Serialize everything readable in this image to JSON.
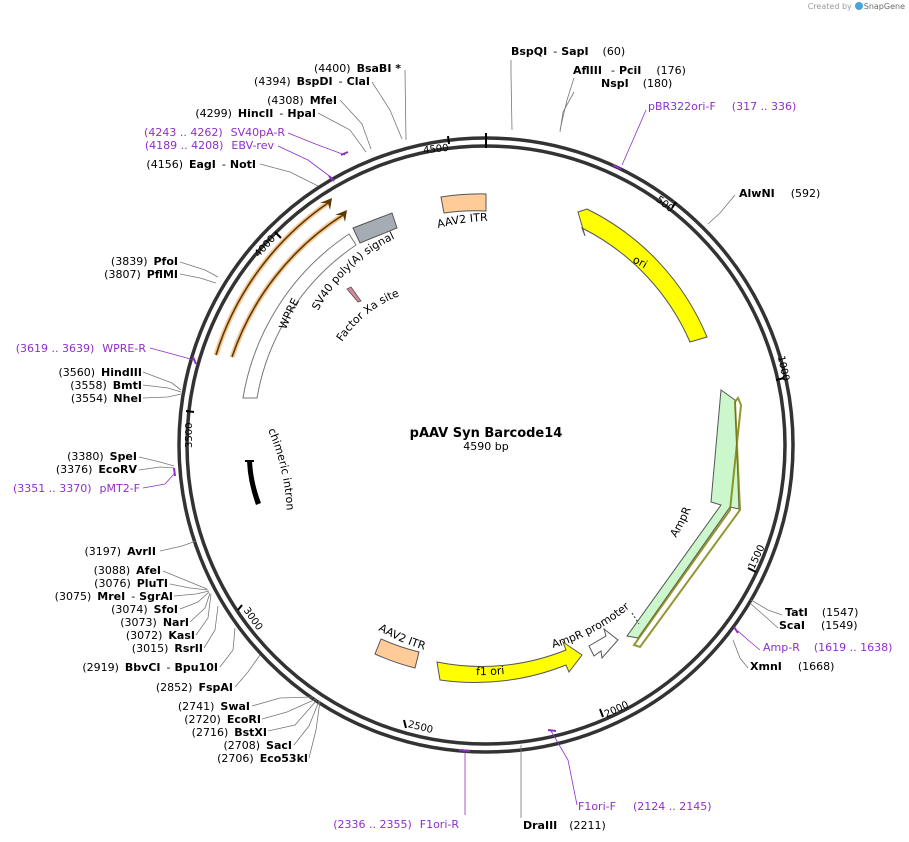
{
  "credit": {
    "prefix": "Created by",
    "brand": "SnapGene"
  },
  "plasmid": {
    "name": "pAAV Syn Barcode14",
    "size_label": "4590 bp"
  },
  "ticks": [
    "500",
    "1000",
    "1500",
    "2000",
    "2500",
    "3000",
    "3500",
    "4000",
    "4500"
  ],
  "features": {
    "ori": "ori",
    "ampr": "AmpR",
    "ampr_promoter": "AmpR promoter",
    "f1_ori": "f1 ori",
    "aav2_itr_top": "AAV2 ITR",
    "aav2_itr_bottom": "AAV2 ITR",
    "chimeric_intron": "chimeric intron",
    "wpre": "WPRE",
    "sv40_polya": "SV40 poly(A) signal",
    "factor_xa": "Factor Xa site"
  },
  "sites_right": [
    {
      "name": "BspQI",
      "sep": "-",
      "name2": "SapI",
      "pos": "(60)"
    },
    {
      "name": "AflIII",
      "sep": "-",
      "name2": "PciI",
      "pos": "(176)"
    },
    {
      "name": "NspI",
      "pos": "(180)"
    },
    {
      "primer": true,
      "name": "pBR322ori-F",
      "pos": "(317 .. 336)"
    },
    {
      "name": "AlwNI",
      "pos": "(592)"
    },
    {
      "name": "TatI",
      "pos": "(1547)"
    },
    {
      "name": "ScaI",
      "pos": "(1549)"
    },
    {
      "primer": true,
      "name": "Amp-R",
      "pos": "(1619 .. 1638)"
    },
    {
      "name": "XmnI",
      "pos": "(1668)"
    },
    {
      "primer": true,
      "name": "F1ori-F",
      "pos": "(2124 .. 2145)"
    },
    {
      "name": "DraIII",
      "pos": "(2211)"
    }
  ],
  "sites_left": [
    {
      "pos": "(4400)",
      "name": "BsaBI *"
    },
    {
      "pos": "(4394)",
      "name": "BspDI",
      "sep": "-",
      "name2": "ClaI"
    },
    {
      "pos": "(4308)",
      "name": "MfeI"
    },
    {
      "pos": "(4299)",
      "name": "HincII",
      "sep": "-",
      "name2": "HpaI"
    },
    {
      "primer": true,
      "pos": "(4243 .. 4262)",
      "name": "SV40pA-R"
    },
    {
      "primer": true,
      "pos": "(4189 .. 4208)",
      "name": "EBV-rev"
    },
    {
      "pos": "(4156)",
      "name": "EagI",
      "sep": "-",
      "name2": "NotI"
    },
    {
      "pos": "(3839)",
      "name": "PfoI"
    },
    {
      "pos": "(3807)",
      "name": "PflMI"
    },
    {
      "primer": true,
      "pos": "(3619 .. 3639)",
      "name": "WPRE-R"
    },
    {
      "pos": "(3560)",
      "name": "HindIII"
    },
    {
      "pos": "(3558)",
      "name": "BmtI"
    },
    {
      "pos": "(3554)",
      "name": "NheI"
    },
    {
      "pos": "(3380)",
      "name": "SpeI"
    },
    {
      "pos": "(3376)",
      "name": "EcoRV"
    },
    {
      "primer": true,
      "pos": "(3351 .. 3370)",
      "name": "pMT2-F"
    },
    {
      "pos": "(3197)",
      "name": "AvrII"
    },
    {
      "pos": "(3088)",
      "name": "AfeI"
    },
    {
      "pos": "(3076)",
      "name": "PluTI"
    },
    {
      "pos": "(3075)",
      "name": "MreI",
      "sep": "-",
      "name2": "SgrAI"
    },
    {
      "pos": "(3074)",
      "name": "SfoI"
    },
    {
      "pos": "(3073)",
      "name": "NarI"
    },
    {
      "pos": "(3072)",
      "name": "KasI"
    },
    {
      "pos": "(3015)",
      "name": "RsrII"
    },
    {
      "pos": "(2919)",
      "name": "BbvCI",
      "sep": "-",
      "name2": "Bpu10I"
    },
    {
      "pos": "(2852)",
      "name": "FspAI"
    },
    {
      "pos": "(2741)",
      "name": "SwaI"
    },
    {
      "pos": "(2720)",
      "name": "EcoRI"
    },
    {
      "pos": "(2716)",
      "name": "BstXI"
    },
    {
      "pos": "(2708)",
      "name": "SacI"
    },
    {
      "pos": "(2706)",
      "name": "Eco53kI"
    },
    {
      "primer": true,
      "pos": "(2336 .. 2355)",
      "name": "F1ori-R"
    }
  ]
}
